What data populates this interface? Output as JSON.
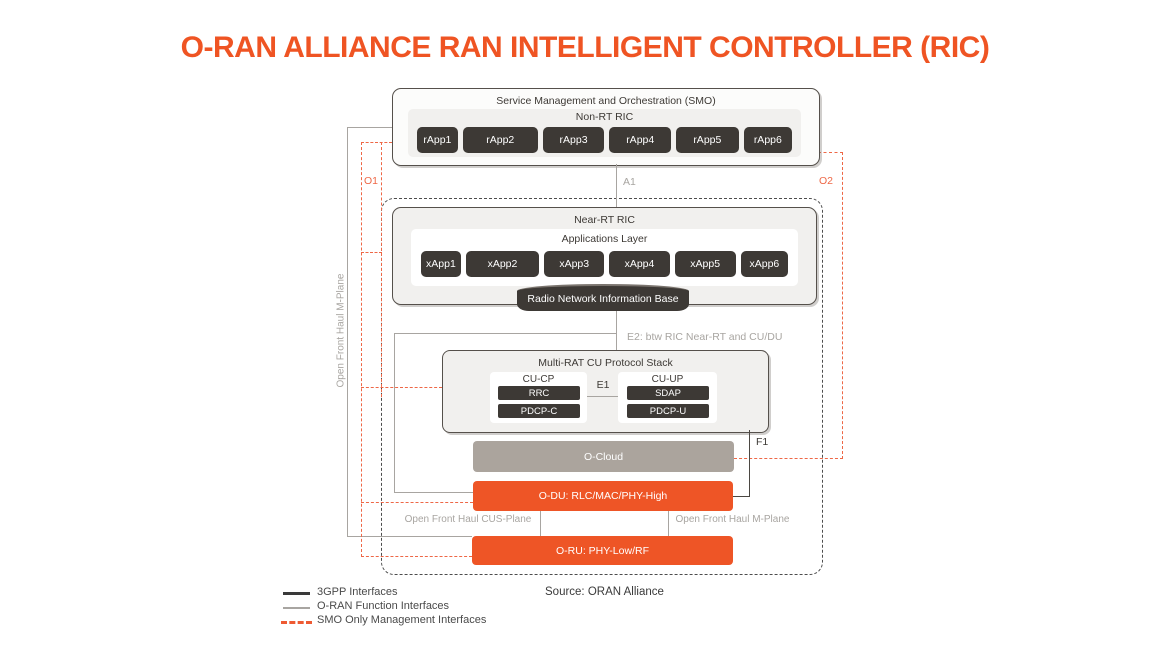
{
  "title": "O-RAN ALLIANCE RAN INTELLIGENT CONTROLLER (RIC)",
  "colors": {
    "title_orange": "#EF5423",
    "node_orange": "#EE5526",
    "dash_orange": "#EE6746",
    "dark_box": "#3D3935",
    "gray_line": "#A8A5A1",
    "ocloud_gray": "#ABA49D"
  },
  "smo": {
    "title": "Service Management and Orchestration (SMO)",
    "non_rt_label": "Non-RT RIC",
    "rapps": [
      "rApp1",
      "rApp2",
      "rApp3",
      "rApp4",
      "rApp5",
      "rApp6"
    ]
  },
  "near_rt": {
    "title": "Near-RT RIC",
    "apps_layer_label": "Applications Layer",
    "xapps": [
      "xApp1",
      "xApp2",
      "xApp3",
      "xApp4",
      "xApp5",
      "xApp6"
    ],
    "rnib_label": "Radio Network Information Base"
  },
  "cu_stack": {
    "title": "Multi-RAT CU  Protocol Stack",
    "cu_cp": {
      "label": "CU-CP",
      "items": [
        "RRC",
        "PDCP-C"
      ]
    },
    "cu_up": {
      "label": "CU-UP",
      "items": [
        "SDAP",
        "PDCP-U"
      ]
    }
  },
  "nodes": {
    "o_cloud": "O-Cloud",
    "o_du": "O-DU: RLC/MAC/PHY-High",
    "o_ru": "O-RU: PHY-Low/RF"
  },
  "interfaces": {
    "a1": "A1",
    "o1": "O1",
    "o2": "O2",
    "e1": "E1",
    "e2": "E2: btw RIC Near-RT and CU/DU",
    "f1": "F1",
    "ofh_m_plane_left": "Open Front Haul M-Plane",
    "ofh_cus_plane": "Open Front Haul CUS-Plane",
    "ofh_m_plane_bottom": "Open Front Haul M-Plane"
  },
  "legend": {
    "items": [
      {
        "label": "3GPP Interfaces"
      },
      {
        "label": "O-RAN  Function Interfaces"
      },
      {
        "label": "SMO Only Management  Interfaces"
      }
    ],
    "source": "Source: ORAN Alliance"
  }
}
